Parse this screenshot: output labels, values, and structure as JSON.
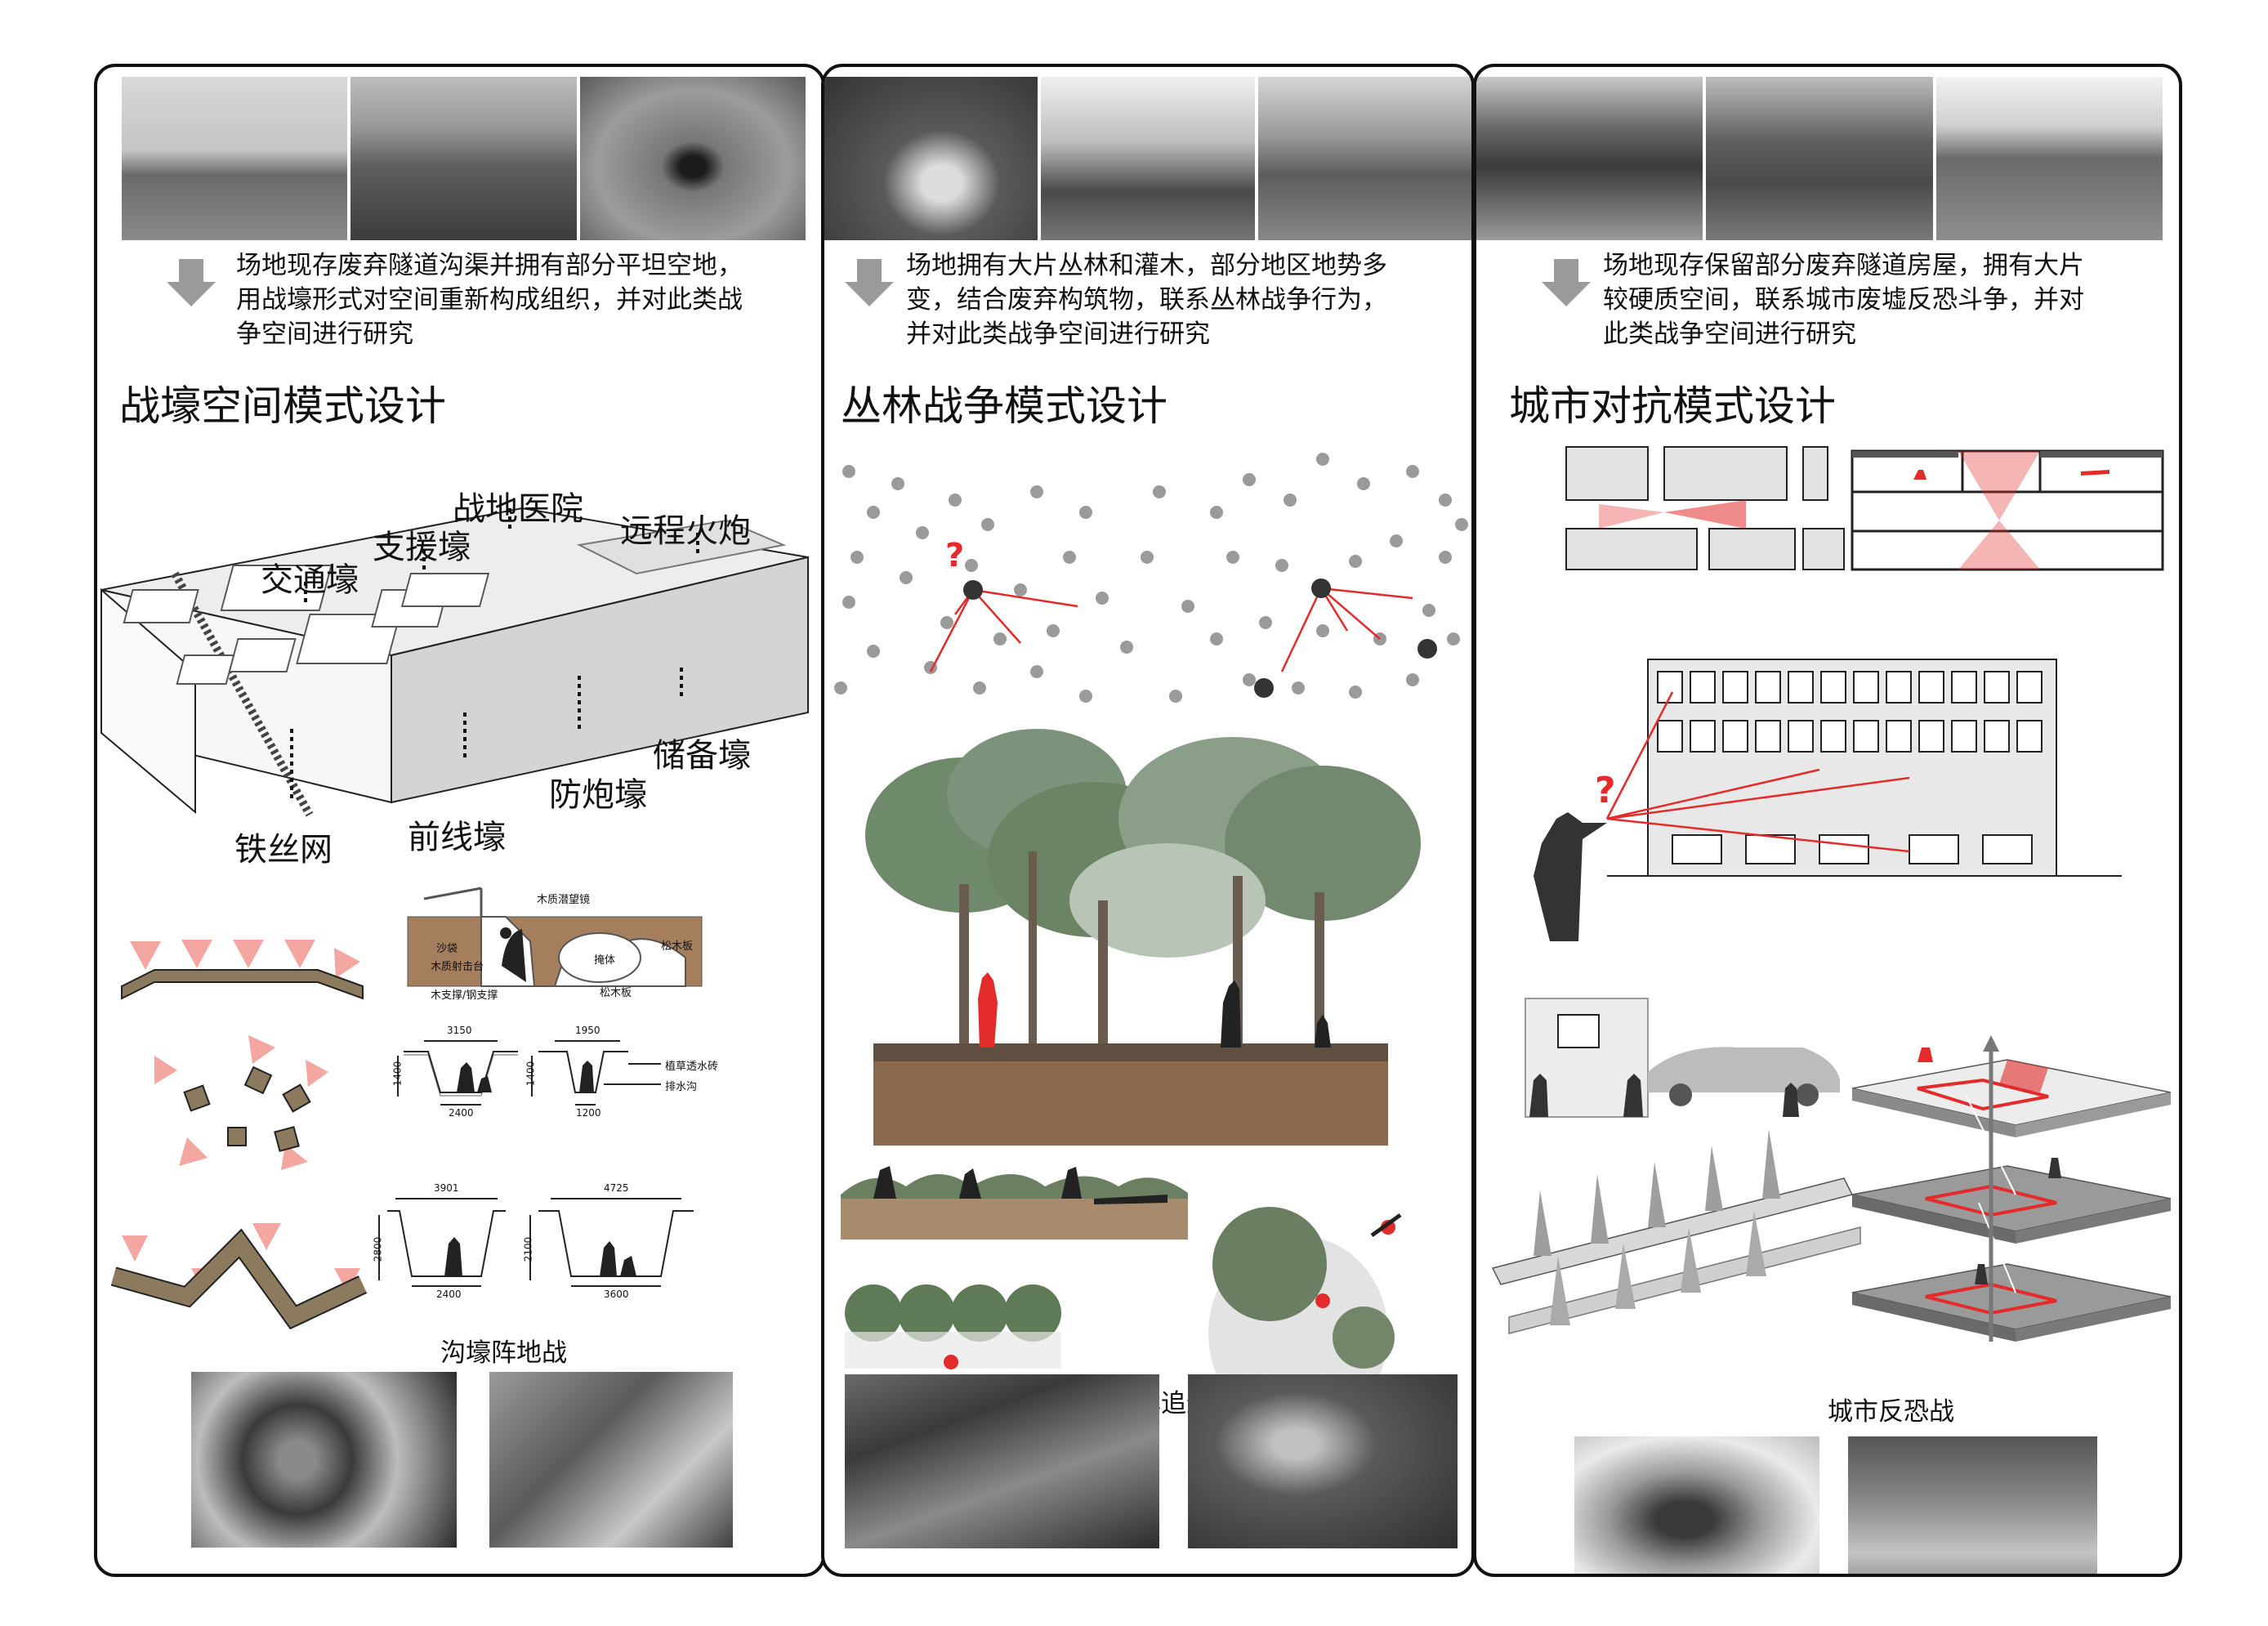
{
  "panels": [
    {
      "description": [
        "场地现存废弃隧道沟渠并拥有部分平坦空地，",
        "用战壕形式对空间重新构成组织，并对此类战",
        "争空间进行研究"
      ],
      "title": "战壕空间模式设计",
      "labels": {
        "field_hospital": "战地医院",
        "support_trench": "支援壕",
        "communication_trench": "交通壕",
        "long_range_artillery": "远程火炮",
        "reserve_trench": "储备壕",
        "bombproof_trench": "防炮壕",
        "front_trench": "前线壕",
        "barbed_wire": "铁丝网"
      },
      "section_labels": {
        "periscope": "木质潜望镜",
        "sandbag": "沙袋",
        "shooting_platform": "木质射击台",
        "support": "木支撑/钢支撑",
        "shelter": "掩体",
        "plank_a": "松木板",
        "plank_b": "松木板"
      },
      "dimensions": {
        "d1_top": "3150",
        "d1_bottom": "2400",
        "d1_height": "1400",
        "d2_top": "1950",
        "d2_bottom": "1200",
        "d2_height": "1400",
        "d3_top": "3901",
        "d3_bottom": "2400",
        "d3_height": "2800",
        "d4_top": "4725",
        "d4_bottom": "3600",
        "d4_height": "2100",
        "note_brick": "植草透水砖",
        "note_drain": "排水沟"
      },
      "caption": "沟壕阵地战"
    },
    {
      "description": [
        "场地拥有大片丛林和灌木，部分地区地势多",
        "变，结合废弃构筑物，联系丛林战争行为，",
        "并对此类战争空间进行研究"
      ],
      "title": "丛林战争模式设计",
      "question": "?",
      "caption": "丛林追逐战"
    },
    {
      "description": [
        "场地现存保留部分废弃隧道房屋，拥有大片",
        "较硬质空间，联系城市废墟反恐斗争，并对",
        "此类战争空间进行研究"
      ],
      "title": "城市对抗模式设计",
      "question": "?",
      "caption": "城市反恐战"
    }
  ],
  "colors": {
    "accent_red": "#e32b2b",
    "soft_red": "#f4a6a0",
    "trench_brown": "#8b7a5e",
    "soil_brown": "#8a6a4f",
    "foliage": "#6f8a6a"
  }
}
